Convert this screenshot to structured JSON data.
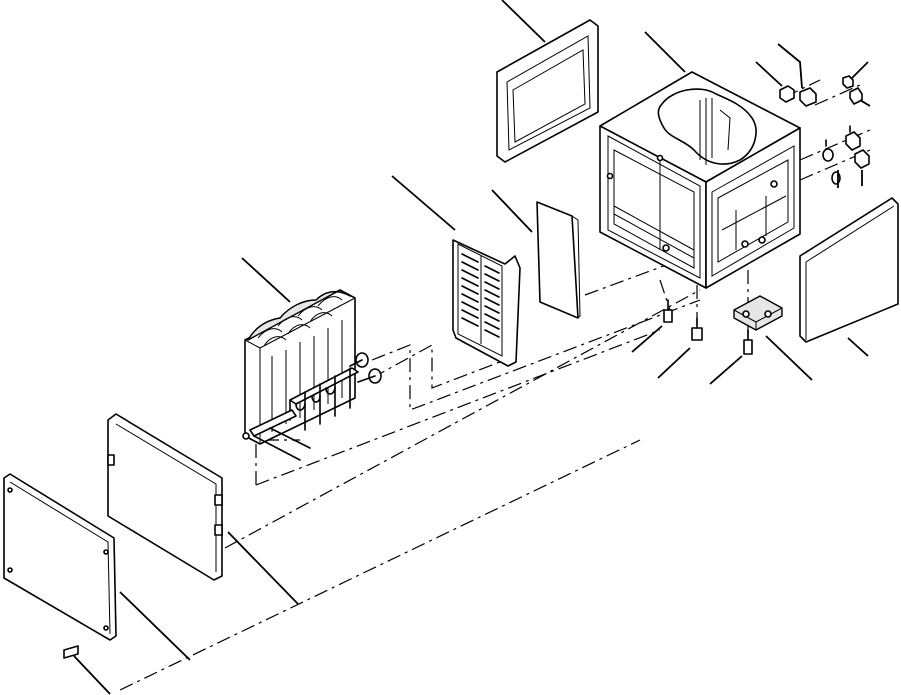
{
  "figure": {
    "type": "exploded-view-assembly",
    "colors": {
      "ink": "#000000",
      "background": "#ffffff",
      "shade": "#e6e6e6"
    },
    "parts": [
      {
        "id": "top-cover-panel"
      },
      {
        "id": "housing-box"
      },
      {
        "id": "front-grille"
      },
      {
        "id": "filter-element"
      },
      {
        "id": "heater-coil-core"
      },
      {
        "id": "gasket-plate"
      },
      {
        "id": "rear-access-cover"
      },
      {
        "id": "side-cover-panel"
      },
      {
        "id": "mounting-bracket"
      },
      {
        "id": "fastener-screws"
      },
      {
        "id": "hex-nuts"
      },
      {
        "id": "washers"
      }
    ]
  }
}
